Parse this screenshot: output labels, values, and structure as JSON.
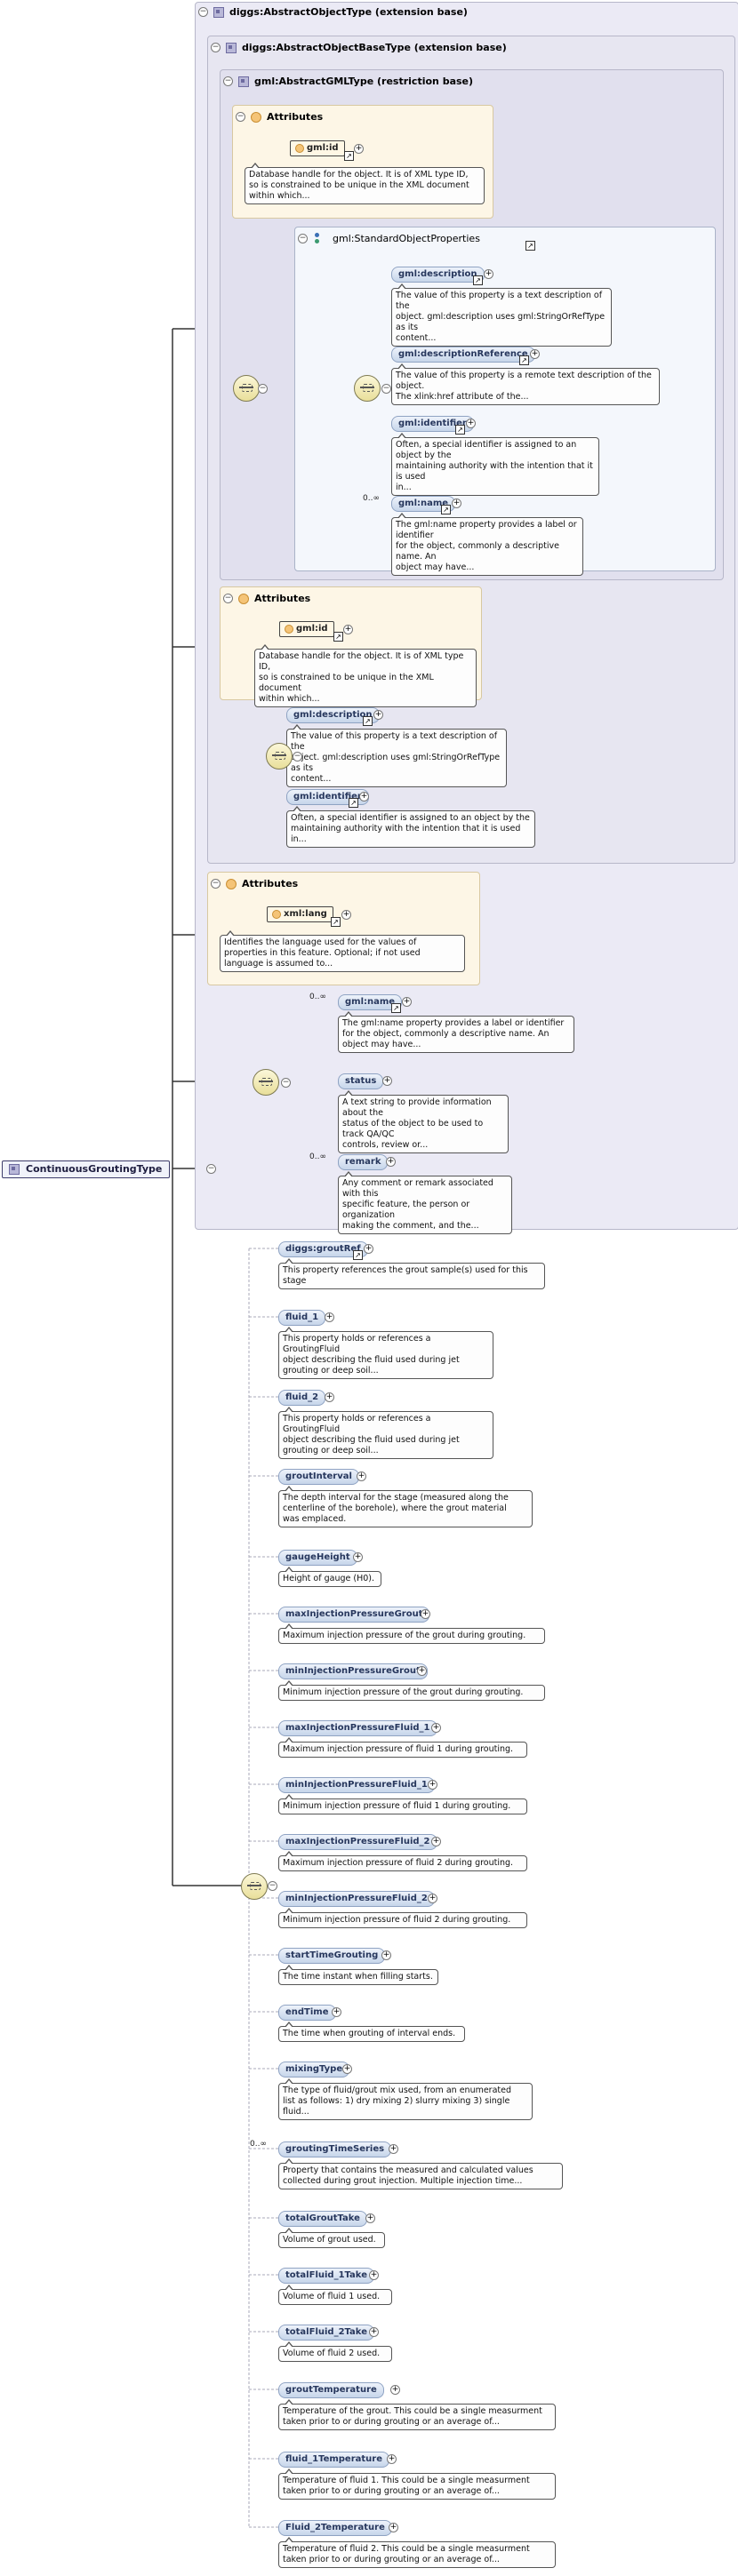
{
  "root_label": "ContinuousGroutingType",
  "boxes": {
    "b1_label": "diggs:AbstractObjectType (extension base)",
    "b2_label": "diggs:AbstractObjectBaseType (extension base)",
    "b3_label": "gml:AbstractGMLType (restriction base)",
    "std_props_label": "gml:StandardObjectProperties",
    "attributes_label": "Attributes"
  },
  "gml_attrs": {
    "id_name": "gml:id",
    "id_desc": "Database handle for the object. It is of XML type ID,\nso is constrained to be unique in the XML document\nwithin which..."
  },
  "std_props": [
    {
      "name": "gml:description",
      "desc": "The value of this property is a text description of the\nobject. gml:description uses gml:StringOrRefType as its\ncontent..."
    },
    {
      "name": "gml:descriptionReference",
      "desc": "The value of this property is a remote text description of the object.\nThe xlink:href attribute of the..."
    },
    {
      "name": "gml:identifier",
      "desc": "Often, a special identifier is assigned to an object by the\nmaintaining authority with the intention that it is used\nin..."
    },
    {
      "name": "gml:name",
      "card": "0..∞",
      "desc": "The gml:name property provides a label or identifier\nfor the object, commonly a descriptive name. An\nobject may have..."
    }
  ],
  "base_attrs": {
    "id_name": "gml:id",
    "id_desc": "Database handle for the object. It is of XML type ID,\nso is constrained to be unique in the XML document\nwithin which..."
  },
  "base_seq": [
    {
      "name": "gml:description",
      "desc": "The value of this property is a text description of the\nobject. gml:description uses gml:StringOrRefType as its\ncontent..."
    },
    {
      "name": "gml:identifier",
      "desc": "Often, a special identifier is assigned to an object by the\nmaintaining authority with the intention that it is used\nin..."
    }
  ],
  "obj_attrs": {
    "lang_name": "xml:lang",
    "lang_desc": "Identifies the language used for the values of\nproperties in this feature. Optional; if not used\nlanguage is assumed to..."
  },
  "obj_seq": [
    {
      "name": "gml:name",
      "card": "0..∞",
      "desc": "The gml:name property provides a label or identifier\nfor the object, commonly a descriptive name. An\nobject may have..."
    },
    {
      "name": "status",
      "desc": "A text string to provide information about the\nstatus of the object to be used to track QA/QC\ncontrols, review or..."
    },
    {
      "name": "remark",
      "card": "0..∞",
      "desc": "Any comment or remark associated with this\nspecific feature, the person or organization\nmaking the comment, and the..."
    }
  ],
  "main_seq": [
    {
      "name": "diggs:groutRef",
      "desc": "This property references the grout sample(s) used for this\nstage"
    },
    {
      "name": "fluid_1",
      "desc": "This property holds or references a GroutingFluid\nobject describing the fluid used during jet\ngrouting or deep soil..."
    },
    {
      "name": "fluid_2",
      "desc": "This property holds or references a GroutingFluid\nobject describing the fluid used during jet\ngrouting or deep soil..."
    },
    {
      "name": "groutInterval",
      "desc": "The depth interval for the stage (measured along the\ncenterline of the borehole), where the grout material\nwas emplaced."
    },
    {
      "name": "gaugeHeight",
      "desc": "Height of gauge (H0)."
    },
    {
      "name": "maxInjectionPressureGrout",
      "desc": "Maximum injection pressure of the grout during grouting."
    },
    {
      "name": "minInjectionPressureGrout",
      "desc": "Minimum injection pressure of the grout during grouting."
    },
    {
      "name": "maxInjectionPressureFluid_1",
      "desc": "Maximum injection pressure of fluid 1 during grouting."
    },
    {
      "name": "minInjectionPressureFluid_1",
      "desc": "Minimum injection pressure of fluid 1 during grouting."
    },
    {
      "name": "maxInjectionPressureFluid_2",
      "desc": "Maximum injection pressure of fluid 2 during grouting."
    },
    {
      "name": "minInjectionPressureFluid_2",
      "desc": "Minimum injection pressure of fluid 2 during grouting."
    },
    {
      "name": "startTimeGrouting",
      "desc": "The time instant when filling starts."
    },
    {
      "name": "endTime",
      "desc": "The time when grouting of interval ends."
    },
    {
      "name": "mixingType",
      "desc": "The type of fluid/grout mix used, from an enumerated\nlist as follows: 1) dry mixing 2) slurry mixing 3) single\nfluid..."
    },
    {
      "name": "groutingTimeSeries",
      "card": "0..∞",
      "desc": "Property that contains the measured and calculated values\ncollected during grout injection. Multiple injection time..."
    },
    {
      "name": "totalGroutTake",
      "desc": "Volume of grout used."
    },
    {
      "name": "totalFluid_1Take",
      "desc": "Volume of fluid 1 used."
    },
    {
      "name": "totalFluid_2Take",
      "desc": "Volume of fluid 2 used."
    },
    {
      "name": "groutTemperature",
      "desc": "Temperature of the grout. This could be a single measurment\ntaken prior to or during grouting or an average of..."
    },
    {
      "name": "fluid_1Temperature",
      "desc": "Temperature of fluid 1. This could be a single measurment\ntaken prior to or during grouting or an average of..."
    },
    {
      "name": "Fluid_2Temperature",
      "desc": "Temperature of fluid 2. This could be a single measurment\ntaken prior to or during grouting or an average of..."
    }
  ]
}
